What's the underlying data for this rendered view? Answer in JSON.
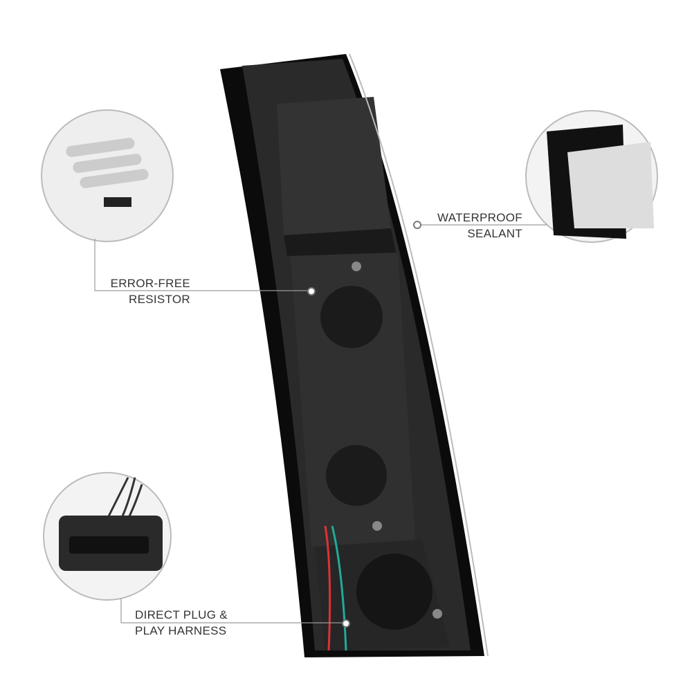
{
  "callouts": {
    "resistor": {
      "line1": "ERROR-FREE",
      "line2": "RESISTOR"
    },
    "sealant": {
      "line1": "WATERPROOF",
      "line2": "SEALANT"
    },
    "harness": {
      "line1": "DIRECT PLUG &",
      "line2": "PLAY HARNESS"
    }
  },
  "colors": {
    "housing": "#1c1c1c",
    "frame": "#0a0a0a",
    "leader": "#9a9a9a",
    "text": "#333333"
  }
}
